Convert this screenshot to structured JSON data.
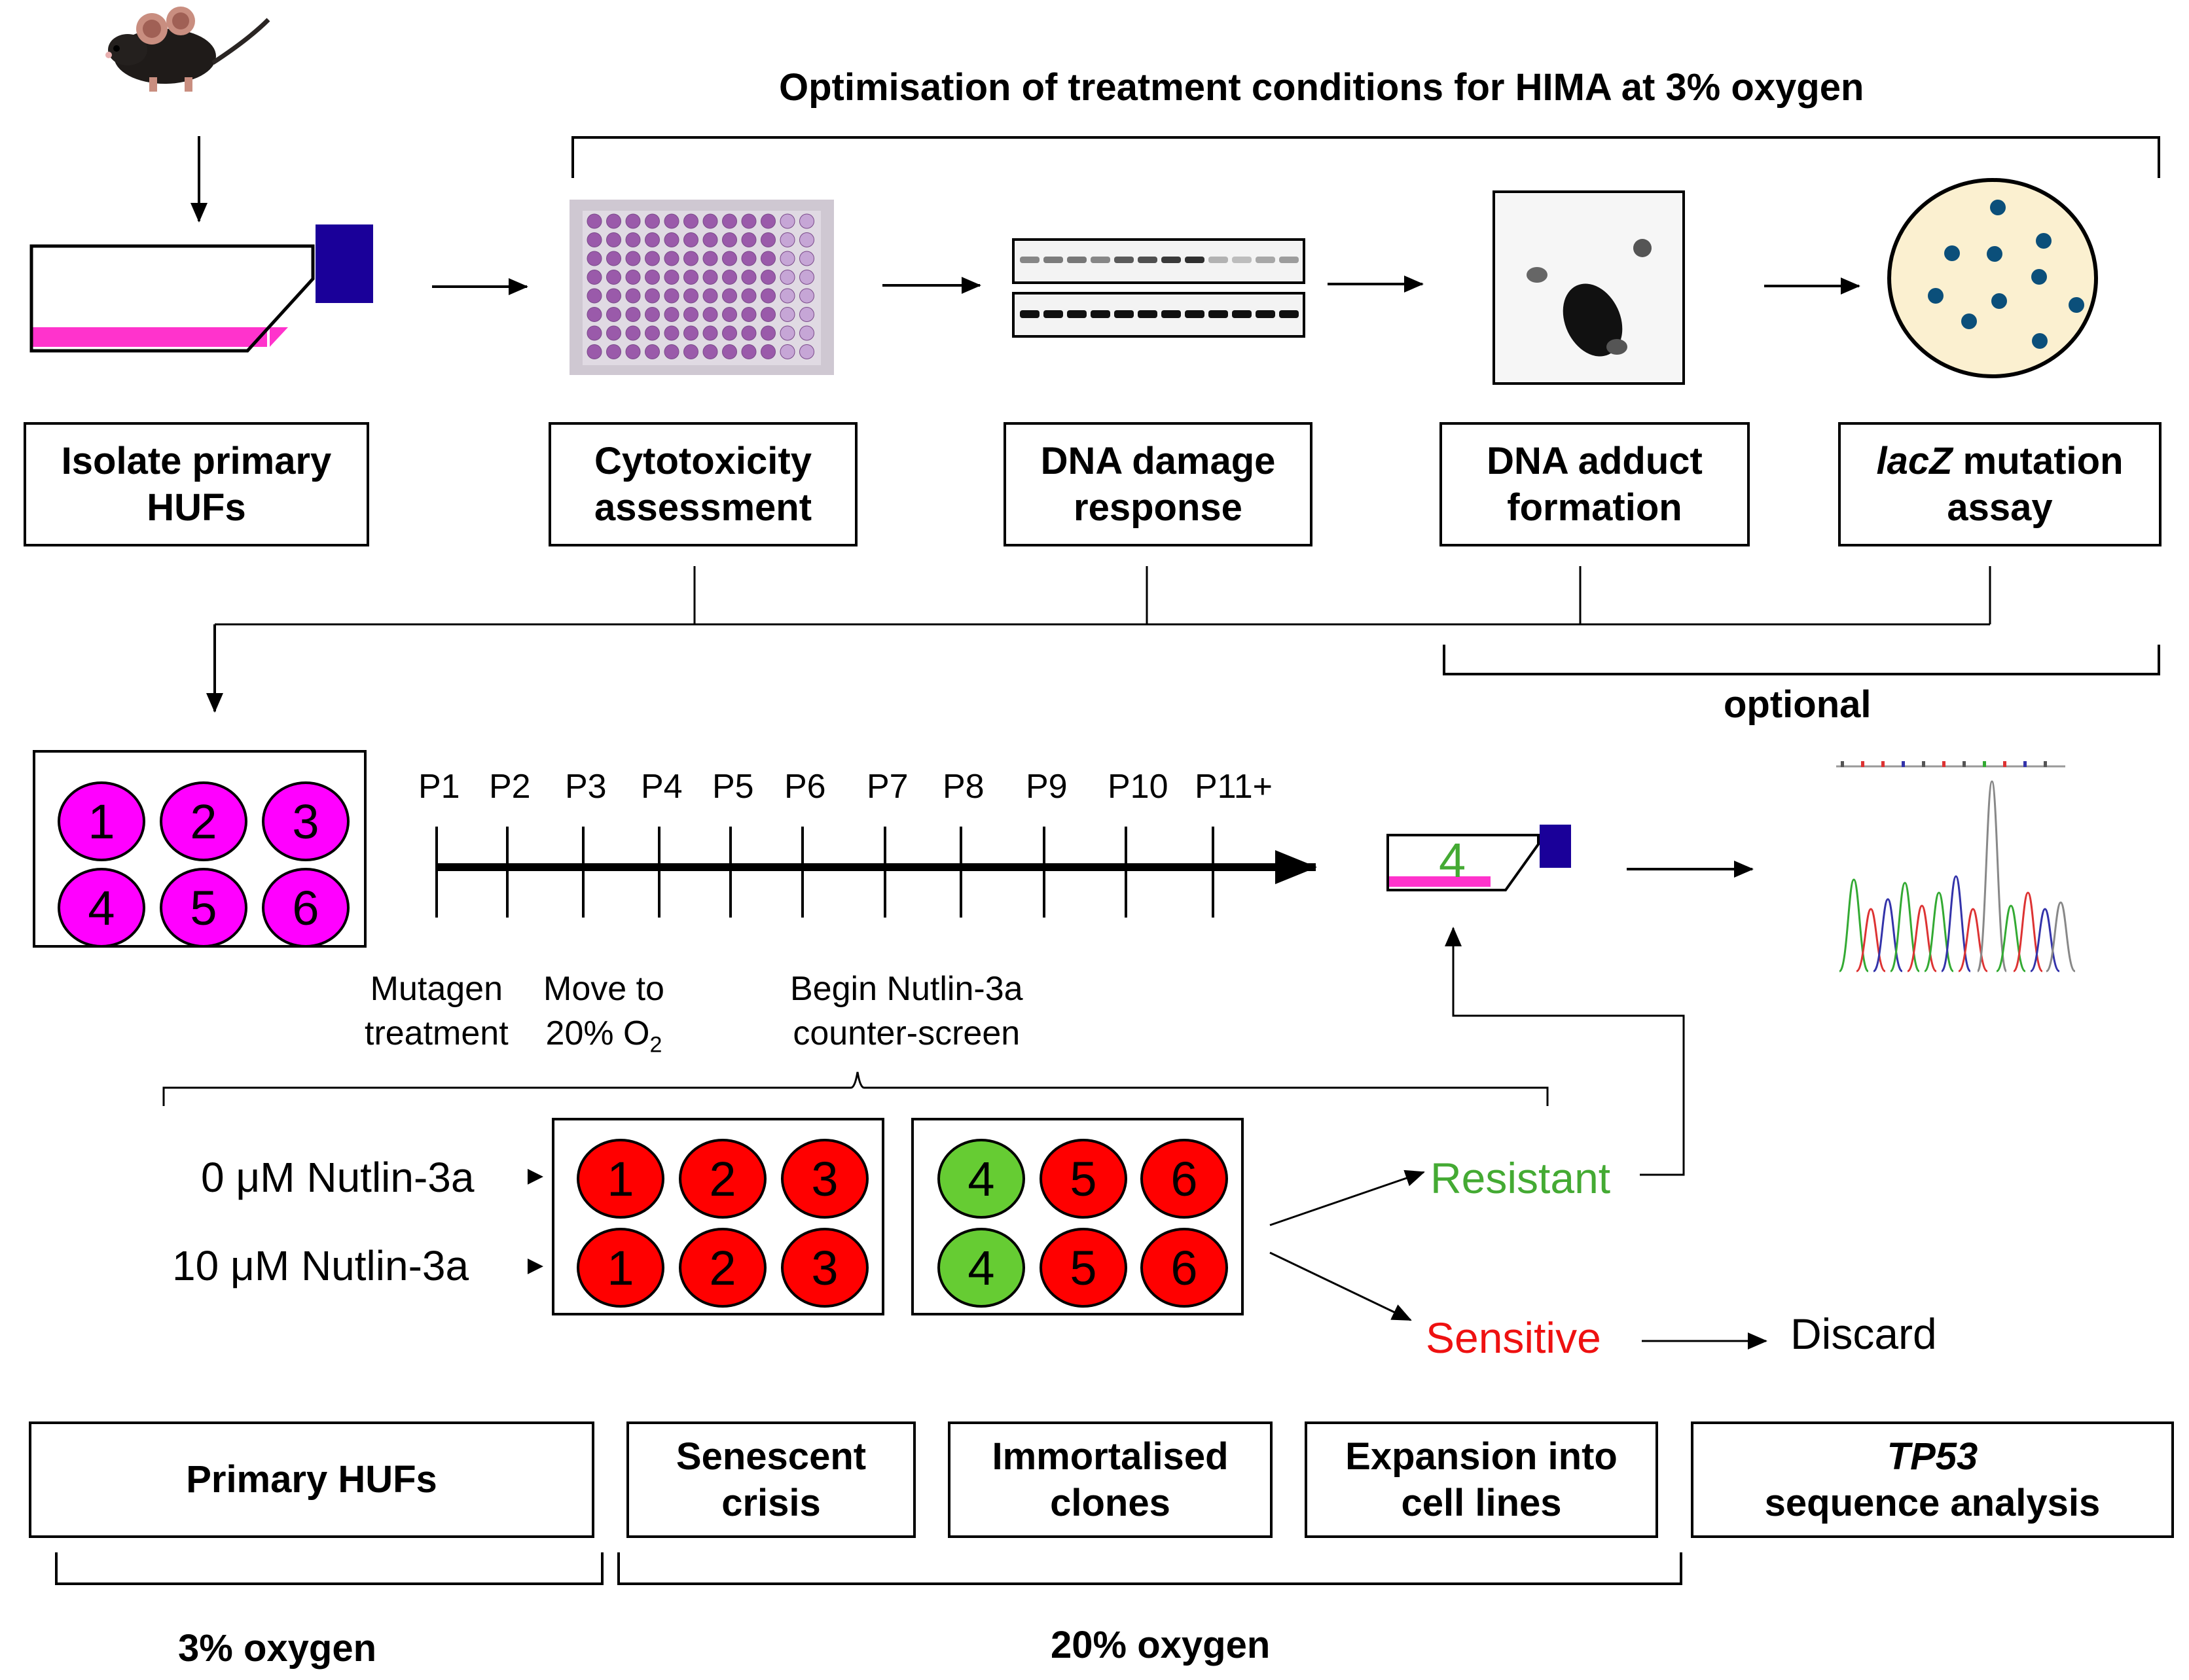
{
  "title": "Optimisation of treatment conditions for HIMA at 3% oxygen",
  "steps": [
    {
      "id": "isolate",
      "line1": "Isolate primary",
      "line2": "HUFs"
    },
    {
      "id": "cyto",
      "line1": "Cytotoxicity",
      "line2": "assessment"
    },
    {
      "id": "dna-damage",
      "line1": "DNA damage",
      "line2": "response"
    },
    {
      "id": "dna-adduct",
      "line1": "DNA adduct",
      "line2": "formation"
    },
    {
      "id": "lacz",
      "italic": "lacZ",
      "rest": " mutation",
      "line2": "assay"
    }
  ],
  "optional_label": "optional",
  "passages": [
    "P1",
    "P2",
    "P3",
    "P4",
    "P5",
    "P6",
    "P7",
    "P8",
    "P9",
    "P10",
    "P11+"
  ],
  "timeline_notes": {
    "mutagen": [
      "Mutagen",
      "treatment"
    ],
    "move": {
      "line1": "Move to",
      "line2_main": "20% O",
      "line2_sub": "2"
    },
    "nutlin": [
      "Begin Nutlin-3a",
      "counter-screen"
    ]
  },
  "wells_top": [
    "1",
    "2",
    "3",
    "4",
    "5",
    "6"
  ],
  "wells_screen": [
    "1",
    "2",
    "3",
    "4",
    "5",
    "6"
  ],
  "flask_well_label": "4",
  "nutlin_rows": [
    "0 μM Nutlin-3a",
    "10 μM Nutlin-3a"
  ],
  "outcomes": {
    "resistant": "Resistant",
    "sensitive": "Sensitive",
    "discard": "Discard"
  },
  "stages": {
    "primary": "Primary HUFs",
    "senescent": [
      "Senescent",
      "crisis"
    ],
    "immortalised": [
      "Immortalised",
      "clones"
    ],
    "expansion": [
      "Expansion into",
      "cell lines"
    ],
    "tp53_italic": "TP53",
    "tp53_rest": " sequence analysis"
  },
  "oxygen": {
    "low": "3% oxygen",
    "high": "20% oxygen"
  },
  "colors": {
    "flask_media": "#ff33cc",
    "flask_cap": "#1a0099",
    "well_magenta": "#ff00ff",
    "well_red": "#ff0000",
    "well_green": "#66cc33",
    "resistant": "#44aa33",
    "sensitive": "#ee1111",
    "colony": "#0b4f7a",
    "plate_bg": "#fbf0d0"
  },
  "icons": [
    "mouse-icon",
    "flask-icon",
    "well-plate-96-photo",
    "western-blot-image",
    "adduct-autoradiograph",
    "lacz-colony-plate-icon",
    "sequencing-chromatogram"
  ]
}
